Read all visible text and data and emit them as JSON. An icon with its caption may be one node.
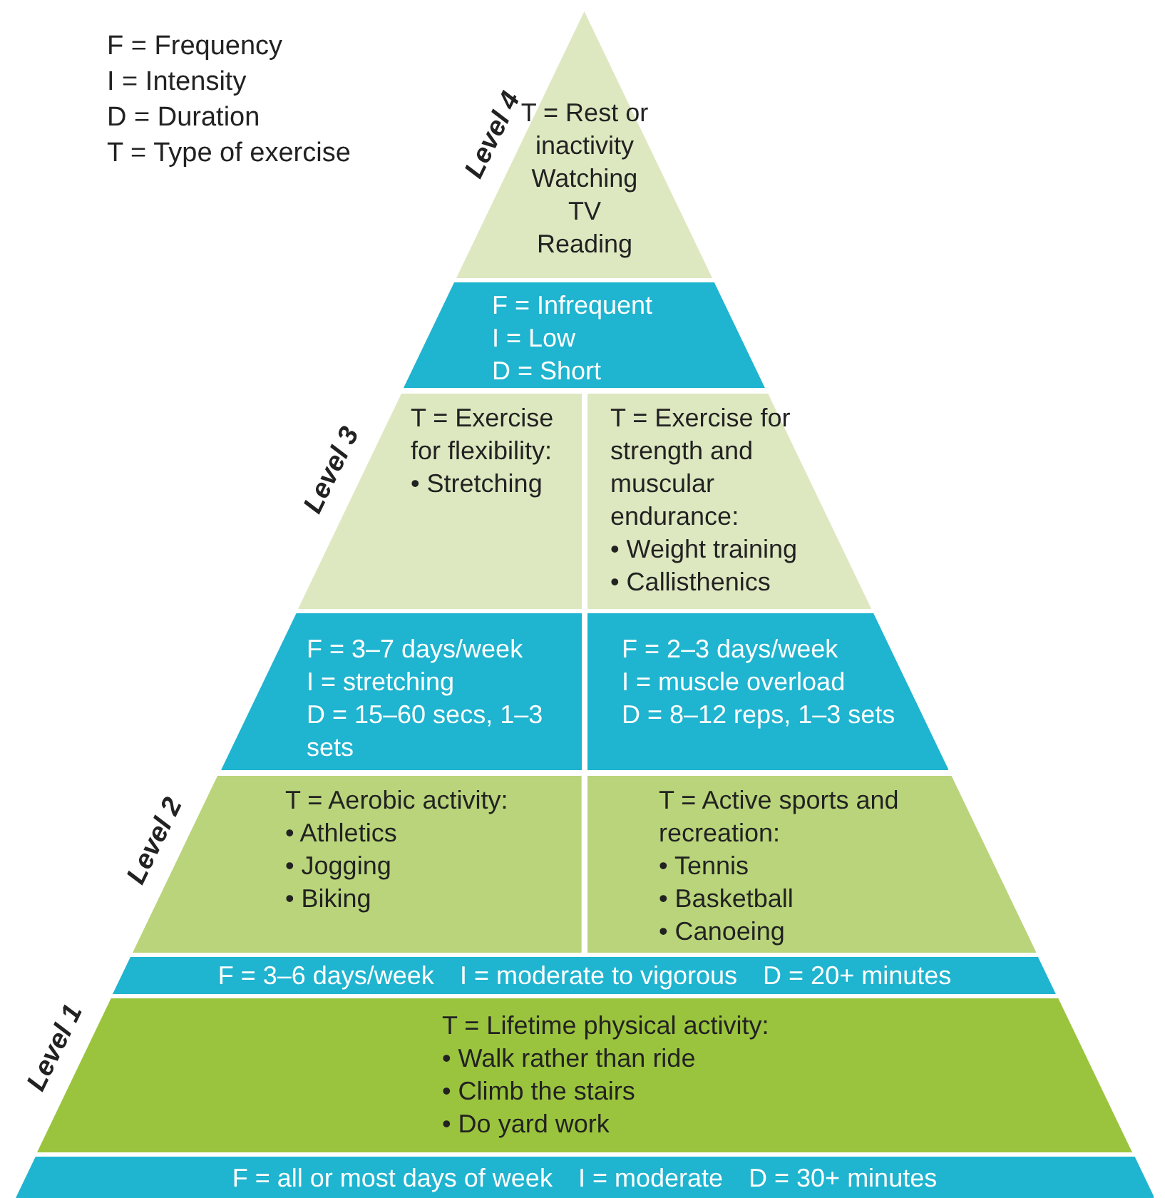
{
  "diagram": {
    "nodes": [
      {
        "text": [
          "T = Rest or inactivity",
          "Watching TV",
          "Reading"
        ]
      },
      {
        "text": [
          "F = Infrequent",
          "I = Low",
          "D = Short"
        ]
      },
      {
        "text": [
          "T = Exercise for flexibility:",
          "• Stretching"
        ]
      },
      {
        "text": [
          "T = Exercise for strength and muscular endurance:",
          "• Weight training",
          "• Callisthenics"
        ]
      },
      {
        "text": [
          "F = 3–7 days/week",
          "I = stretching",
          "D = 15–60 secs, 1–3 sets"
        ]
      },
      {
        "text": [
          "F = 2–3 days/week",
          "I = muscle overload",
          "D = 8–12 reps, 1–3 sets"
        ]
      },
      {
        "text": [
          "T = Aerobic activity:",
          "• Athletics",
          "• Jogging",
          "• Biking"
        ]
      },
      {
        "text": [
          "T = Active sports and recreation:",
          "• Tennis",
          "• Basketball",
          "• Canoeing"
        ]
      },
      {
        "text": [
          "F = 3–6 days/week",
          "I = moderate to vigorous",
          "D = 20+ minutes"
        ]
      },
      {
        "text": [
          "T = Lifetime physical activity:",
          "• Walk rather than ride",
          "• Climb the stairs",
          "• Do yard work"
        ]
      },
      {
        "text": [
          "F = all or most days of week",
          "I = moderate",
          "D = 30+ minutes"
        ]
      }
    ],
    "labels": [
      "F = Frequency",
      "I = Intensity",
      "D = Duration",
      "T = Type of exercise",
      "Level 4",
      "Level 3",
      "Level 2",
      "Level 1"
    ]
  }
}
